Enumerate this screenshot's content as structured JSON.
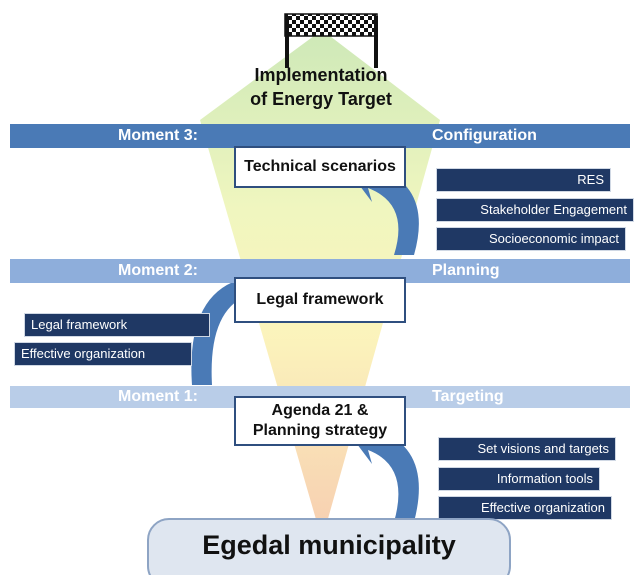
{
  "goal": {
    "line1": "Implementation",
    "line2": "of Energy Target"
  },
  "moments": [
    {
      "moment": "Moment 3:",
      "phase": "Configuration",
      "box_lines": [
        "Technical scenarios"
      ],
      "color": "#4a7ab6",
      "tags": [
        "RES",
        "Stakeholder Engagement",
        "Socioeconomic impact"
      ]
    },
    {
      "moment": "Moment 2:",
      "phase": "Planning",
      "box_lines": [
        "Legal framework"
      ],
      "color": "#8eaedb",
      "tags": [
        "Legal framework",
        "Effective organization"
      ]
    },
    {
      "moment": "Moment 1:",
      "phase": "Targeting",
      "box_lines": [
        "Agenda 21 &",
        "Planning strategy"
      ],
      "color": "#b9cde8",
      "tags": [
        "Set visions and targets",
        "Information tools",
        "Effective organization"
      ]
    }
  ],
  "base": {
    "label": "Egedal municipality"
  },
  "colors": {
    "tag_fill": "#1f3864",
    "arrow": "#4a7ab6",
    "box_border": "#2f4f7f"
  }
}
